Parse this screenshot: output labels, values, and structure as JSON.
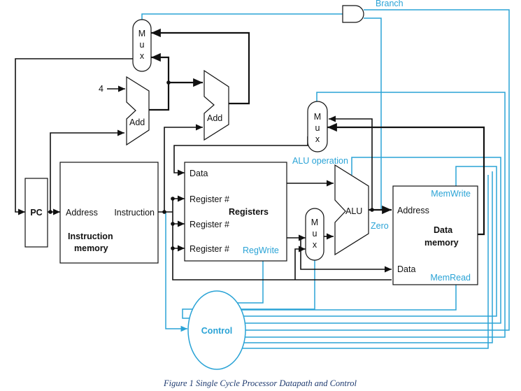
{
  "labels": {
    "branch": "Branch",
    "mux": [
      "M",
      "u",
      "x"
    ],
    "four": "4",
    "add": "Add",
    "pc": "PC",
    "address": "Address",
    "instruction": "Instruction",
    "instruction_memory": [
      "Instruction",
      "memory"
    ],
    "data": "Data",
    "register_hash": "Register #",
    "registers": "Registers",
    "reg_write": "RegWrite",
    "alu_operation": "ALU operation",
    "alu": "ALU",
    "zero": "Zero",
    "mem_write": "MemWrite",
    "data_memory": [
      "Data",
      "memory"
    ],
    "mem_read": "MemRead",
    "control": "Control"
  },
  "caption": "Figure 1 Single Cycle Processor Datapath and Control",
  "colors": {
    "datapath": "#111111",
    "control": "#2aa3d6",
    "caption": "#1f3b70"
  }
}
